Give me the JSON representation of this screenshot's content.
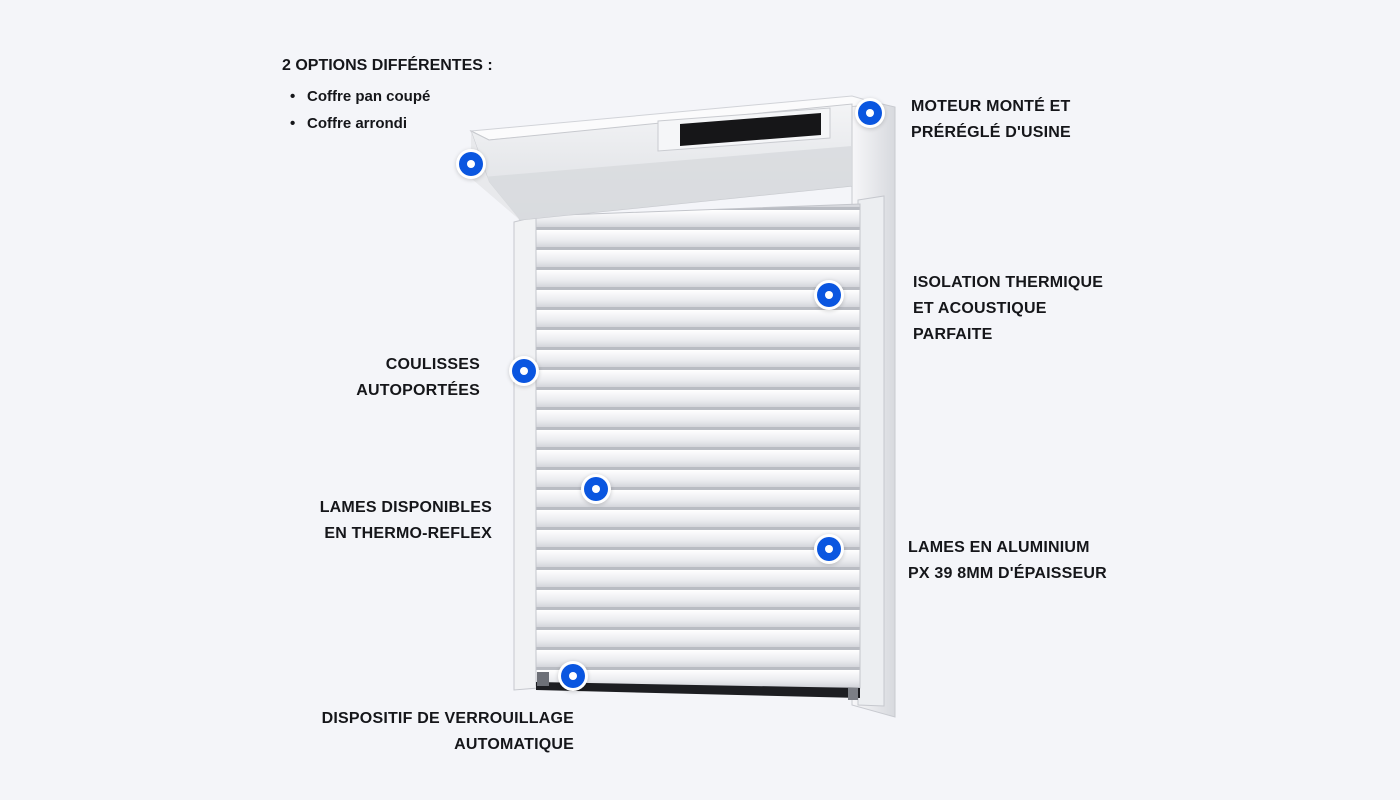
{
  "options": {
    "title": "2 OPTIONS DIFFÉRENTES :",
    "items": [
      "Coffre pan coupé",
      "Coffre arrondi"
    ]
  },
  "labels": {
    "moteur": [
      "MOTEUR MONTÉ ET",
      "PRÉRÉGLÉ D'USINE"
    ],
    "isolation": [
      "ISOLATION THERMIQUE",
      "ET ACOUSTIQUE",
      "PARFAITE"
    ],
    "coulisses": [
      "COULISSES",
      "AUTOPORTÉES"
    ],
    "lames_thermo": [
      "LAMES DISPONIBLES",
      "EN THERMO-REFLEX"
    ],
    "lames_alu": [
      "LAMES EN ALUMINIUM",
      "PX 39 8MM D'ÉPAISSEUR"
    ],
    "verrouillage": [
      "DISPOSITIF DE VERROUILLAGE",
      "AUTOMATIQUE"
    ]
  },
  "colors": {
    "background": "#f4f5f9",
    "hotspot": "#0a56e0",
    "text": "#15161a"
  }
}
